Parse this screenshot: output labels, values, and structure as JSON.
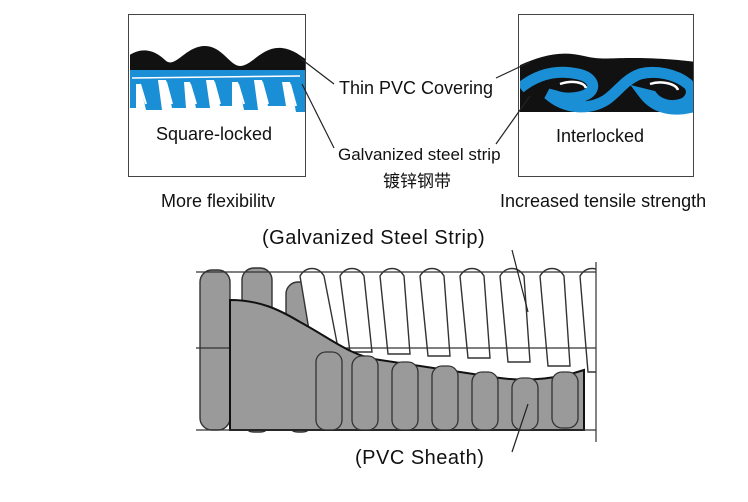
{
  "labels": {
    "left_box": "Square-locked",
    "right_box": "Interlocked",
    "thin_pvc": "Thin PVC Covering",
    "galv_strip": "Galvanized steel strip",
    "galv_strip_cn": "镀锌钢带",
    "left_caption": "More flexibilitv",
    "right_caption": "Increased tensile strength",
    "top_callout": "(Galvanized Steel Strip)",
    "bottom_callout": "(PVC Sheath)"
  },
  "colors": {
    "strip_blue": "#1a8fd6",
    "pvc_black": "#111111",
    "sheath_gray": "#9a9a9a",
    "outline": "#333333"
  }
}
